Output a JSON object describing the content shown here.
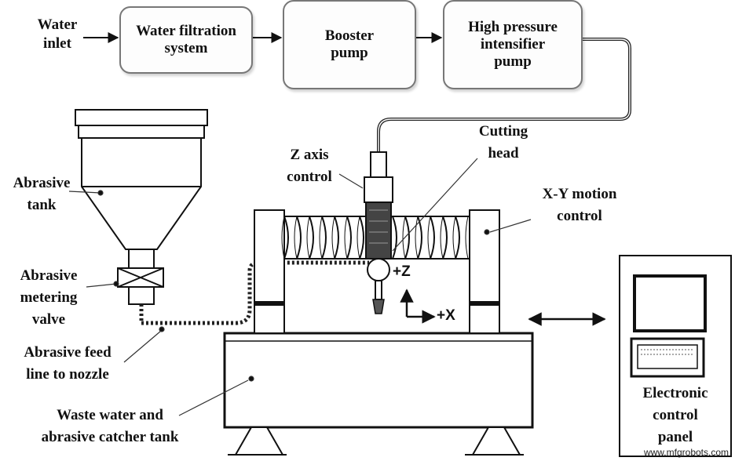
{
  "process_flow": {
    "water_inlet": "Water\ninlet",
    "filtration": "Water filtration\nsystem",
    "booster": "Booster\npump",
    "intensifier": "High pressure\nintensifier\npump"
  },
  "labels": {
    "abrasive_tank": "Abrasive\ntank",
    "metering_valve": "Abrasive\nmetering\nvalve",
    "feed_line": "Abrasive feed\nline to nozzle",
    "catcher_tank": "Waste water and\nabrasive catcher tank",
    "z_axis_control": "Z axis\ncontrol",
    "cutting_head": "Cutting\nhead",
    "xy_motion": "X-Y motion\ncontrol",
    "control_panel": "Electronic\ncontrol\npanel"
  },
  "axes": {
    "z": "+Z",
    "x": "+X"
  },
  "watermark": "www.mfgrobots.com"
}
